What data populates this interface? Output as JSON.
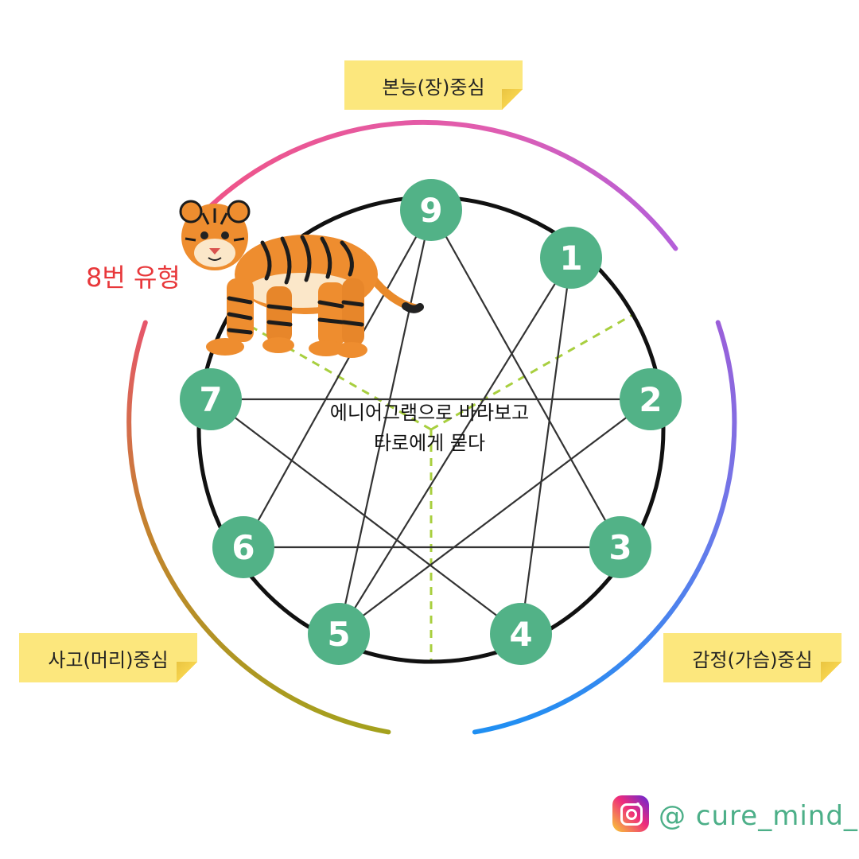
{
  "centers": {
    "gut_label": "본능(장)중심",
    "head_label": "사고(머리)중심",
    "heart_label": "감정(가슴)중심"
  },
  "center_text": {
    "line1": "에니어그램으로 바라보고",
    "line2": "타로에게 묻다"
  },
  "type_label": "8번 유형",
  "mascot": "tiger",
  "nodes": [
    "9",
    "1",
    "2",
    "3",
    "4",
    "5",
    "6",
    "7"
  ],
  "instagram_handle": "@ cure_mind_",
  "colors": {
    "node_fill": "#52b287",
    "node_text": "#ffffff",
    "circle_stroke": "#111111",
    "divider_dash": "#a8cf3f",
    "note_yellow": "#fce77d",
    "label_red": "#e8383b",
    "handle_green": "#4caf88",
    "arc_gut_start": "#ef4f86",
    "arc_gut_end": "#c45bd6",
    "arc_heart_start": "#9a63d8",
    "arc_heart_end": "#1f8ff2",
    "arc_head_start": "#e5566d",
    "arc_head_end": "#a4a11d"
  }
}
